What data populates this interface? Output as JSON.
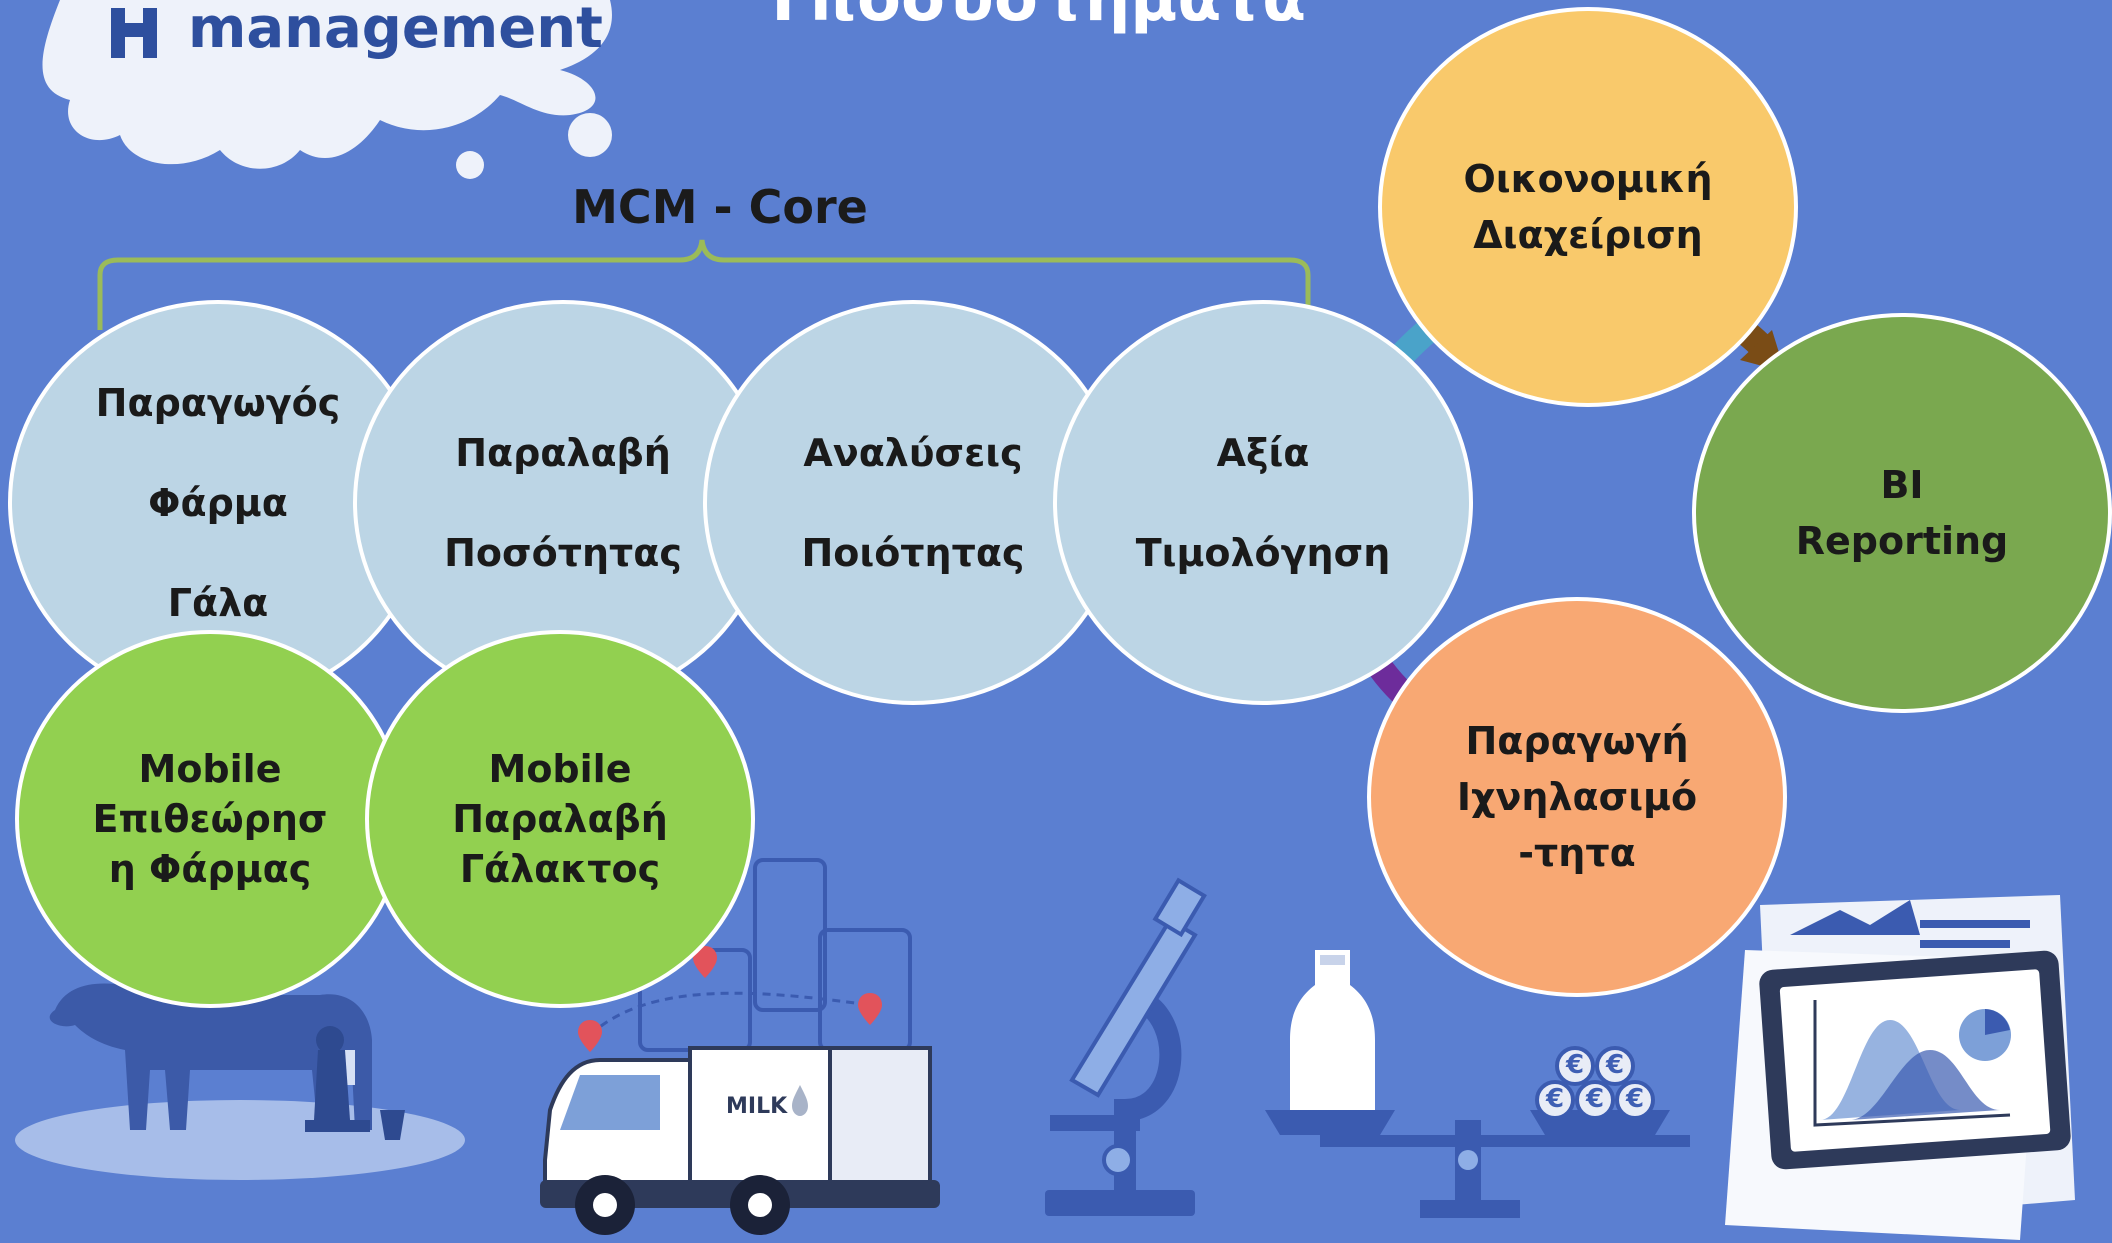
{
  "header": {
    "title": "Υποσυστήματα",
    "logo_text": "management"
  },
  "core_group": {
    "label": "MCM - Core"
  },
  "core_modules": [
    {
      "lines": [
        "Παραγωγός",
        "Φάρμα",
        "Γάλα"
      ]
    },
    {
      "lines": [
        "Παραλαβή",
        "Ποσότητας"
      ]
    },
    {
      "lines": [
        "Αναλύσεις",
        "Ποιότητας"
      ]
    },
    {
      "lines": [
        "Αξία",
        "Τιμολόγηση"
      ]
    }
  ],
  "mobile_modules": [
    {
      "lines": [
        "Mobile",
        "Επιθεώρησ",
        "η Φάρμας"
      ]
    },
    {
      "lines": [
        "Mobile",
        "Παραλαβή",
        "Γάλακτος"
      ]
    }
  ],
  "satellite_modules": {
    "finance": {
      "lines": [
        "Οικονομική",
        "Διαχείριση"
      ]
    },
    "bi": {
      "lines": [
        "BI",
        "Reporting"
      ]
    },
    "traceability": {
      "lines": [
        "Παραγωγή",
        "Ιχνηλασιμό",
        "-τητα"
      ]
    }
  },
  "illustrations": {
    "truck_label": "MILK",
    "coin_symbol": "€"
  },
  "colors": {
    "background": "#5b7fd1",
    "core": "#bcd5e5",
    "mobile": "#92d050",
    "finance": "#f9c96b",
    "bi": "#7aa84f",
    "traceability": "#f8a873",
    "bracket": "#9bbb59"
  }
}
